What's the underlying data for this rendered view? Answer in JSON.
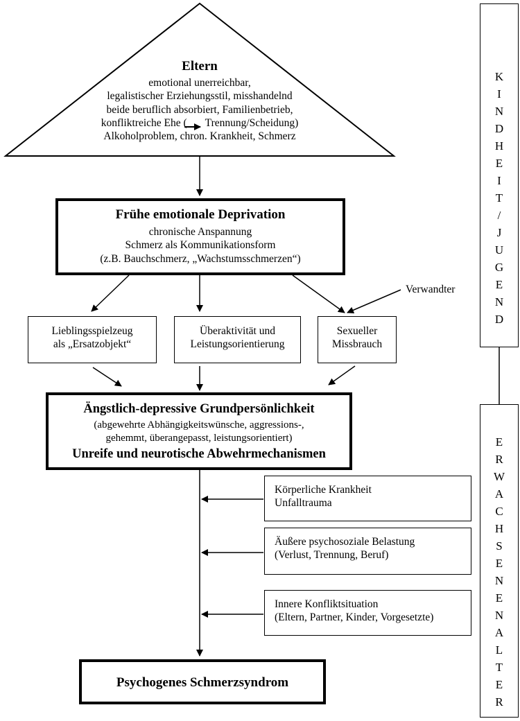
{
  "parents": {
    "title": "Eltern",
    "lines": [
      "emotional unerreichbar,",
      "legalistischer Erziehungsstil, misshandelnd",
      "beide beruflich absorbiert, Familienbetrieb,",
      "konfliktreiche Ehe (",
      "Trennung/Scheidung)",
      "Alkoholproblem, chron. Krankheit, Schmerz"
    ]
  },
  "deprivation": {
    "title": "Frühe emotionale Deprivation",
    "lines": [
      "chronische Anspannung",
      "Schmerz als Kommunikationsform",
      "(z.B. Bauchschmerz, „Wachstumsschmerzen“)"
    ]
  },
  "relative_label": "Verwandter",
  "middle_boxes": [
    {
      "line1": "Lieblingsspielzeug",
      "line2": "als „Ersatzobjekt“"
    },
    {
      "line1": "Überaktivität und",
      "line2": "Leistungsorientierung"
    },
    {
      "line1": "Sexueller",
      "line2": "Missbrauch"
    }
  ],
  "personality": {
    "title": "Ängstlich-depressive Grundpersönlichkeit",
    "line1": "(abgewehrte Abhängigkeitswünsche, aggressions-,",
    "line2": "gehemmt, überangepasst, leistungsorientiert)",
    "subtitle": "Unreife und neurotische Abwehrmechanismen"
  },
  "factors": [
    {
      "line1": "Körperliche Krankheit",
      "line2": "Unfalltrauma"
    },
    {
      "line1": "Äußere psychosoziale Belastung",
      "line2": "(Verlust, Trennung, Beruf)"
    },
    {
      "line1": "Innere Konfliktsituation",
      "line2": "(Eltern, Partner, Kinder, Vorgesetzte)"
    }
  ],
  "outcome": "Psychogenes Schmerzsyndrom",
  "phases": {
    "childhood": [
      "K",
      "I",
      "N",
      "D",
      "H",
      "E",
      "I",
      "T",
      "/",
      "J",
      "U",
      "G",
      "E",
      "N",
      "D"
    ],
    "adulthood": [
      "E",
      "R",
      "W",
      "A",
      "C",
      "H",
      "S",
      "E",
      "N",
      "E",
      "N",
      "A",
      "L",
      "T",
      "E",
      "R"
    ]
  }
}
